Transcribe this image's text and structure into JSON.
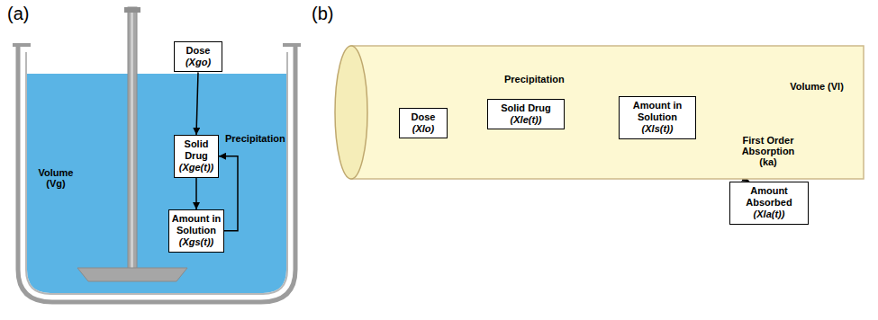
{
  "diagram": {
    "nodes": [
      {
        "text": [
          "Dose",
          "(Xgo)"
        ]
      },
      {
        "text": [
          "Solid Drug",
          "(Xge(t))"
        ]
      },
      {
        "text": [
          "Amount in Solution",
          "(Xgs(t))"
        ]
      },
      {
        "text": [
          "Volume (Vl)"
        ]
      },
      {
        "text": [
          "Dose",
          "(Xlo)"
        ],
        "in": 3
      },
      {
        "text": [
          "Solid Drug",
          "(Xle(t))"
        ],
        "in": 3
      },
      {
        "text": [
          "Amount in Solution",
          "(Xls(t))"
        ],
        "in": 3
      },
      {
        "text": [
          "Amount Absorbed",
          "(Xla(t))"
        ]
      }
    ],
    "edges": [
      {
        "from": 0,
        "to": 1,
        "arrow": "to"
      },
      {
        "from": 1,
        "to": 2,
        "arrow": "to"
      },
      {
        "from": 2,
        "to": 1,
        "label": "Precipitation",
        "arrow": "to"
      },
      {
        "from": 4,
        "to": 5,
        "arrow": "to"
      },
      {
        "from": 5,
        "to": 6,
        "arrow": "to"
      },
      {
        "from": 6,
        "to": 5,
        "label": "Precipitation",
        "arrow": "to"
      },
      {
        "from": 6,
        "to": 7,
        "label": "First Order Absorption (ka)",
        "arrow": "to"
      }
    ],
    "labels": [
      "(a)",
      "(b)",
      "Volume (Vg)"
    ]
  }
}
